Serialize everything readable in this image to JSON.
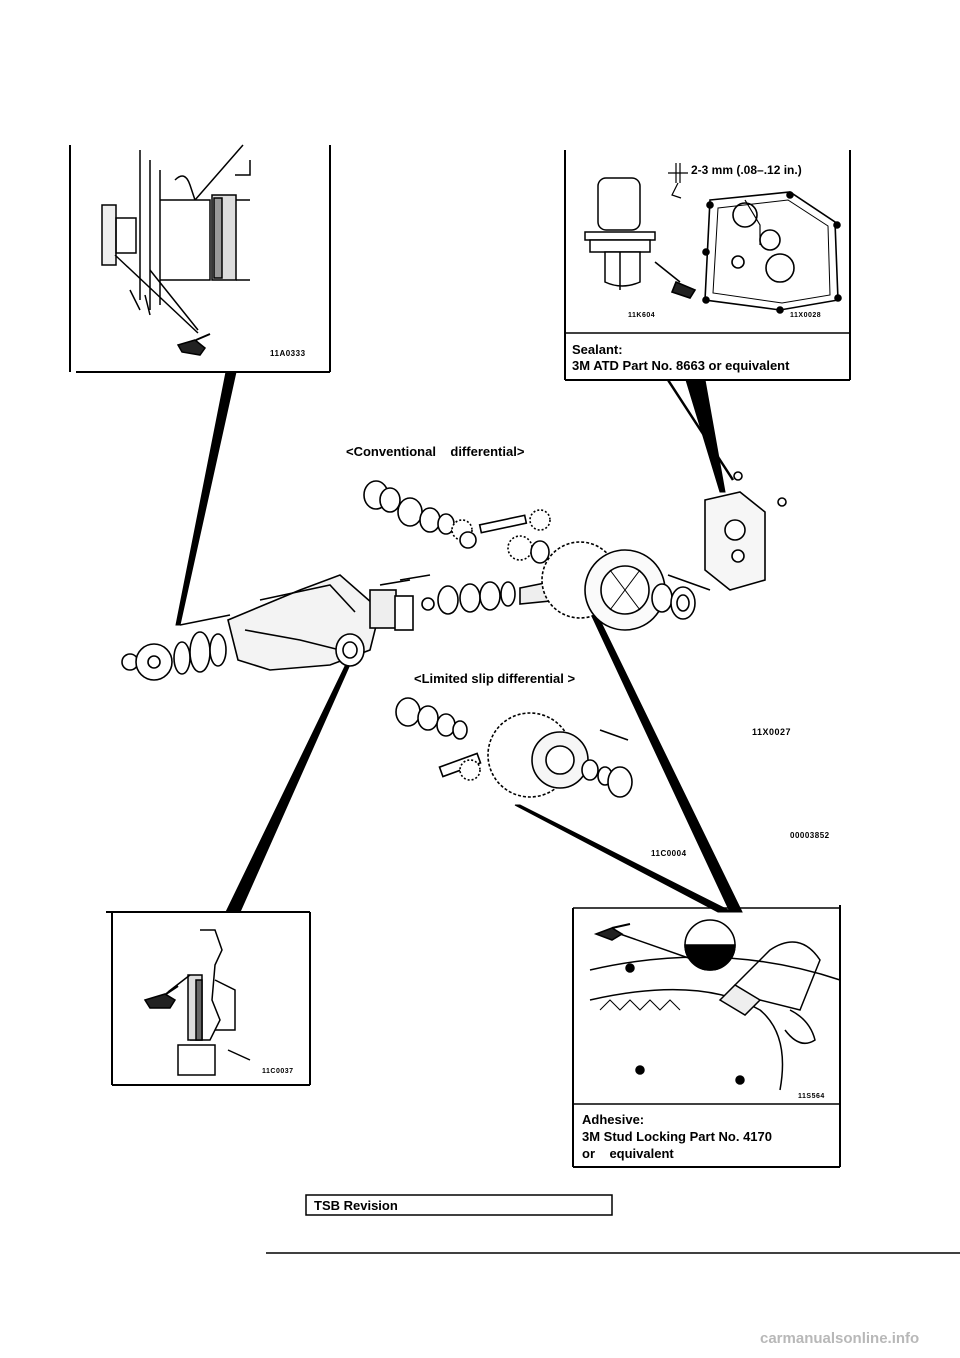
{
  "top_right_panel": {
    "dimension": "2-3 mm (.08–.12 in.)",
    "code_left": "11K604",
    "code_right": "11X0028",
    "sealant_title": "Sealant:",
    "sealant_spec": "3M ATD Part No. 8663 or equivalent"
  },
  "top_left_panel": {
    "code": "11A0333"
  },
  "main_diagram": {
    "conventional_label": "<Conventional    differential>",
    "lsd_label": "<Limited slip differential >",
    "code_main": "11X0027",
    "code_ref": "00003852",
    "code_lsd": "11C0004"
  },
  "bottom_left_panel": {
    "code": "11C0037"
  },
  "bottom_right_panel": {
    "code": "11S564",
    "adhesive_title": "Adhesive:",
    "adhesive_line1": "3M Stud Locking Part No. 4170",
    "adhesive_line2": "or    equivalent"
  },
  "footer": {
    "tsb_label": "TSB  Revision",
    "watermark": "carmanualsonline.info"
  }
}
